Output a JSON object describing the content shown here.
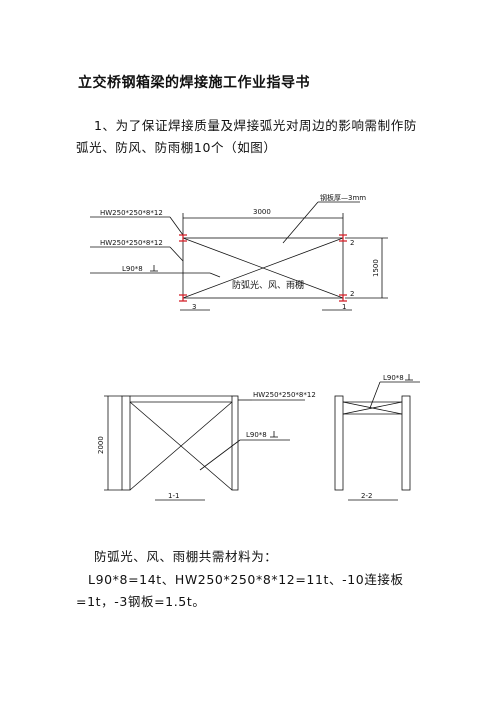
{
  "doc": {
    "title": "立交桥钢箱梁的焊接施工作业指导书",
    "para1": "1、为了保证焊接质量及焊接弧光对周边的影响需制作防弧光、防风、防雨棚10个（如图）",
    "para2": "防弧光、风、雨棚共需材料为：",
    "para3": "L90*8=14t、HW250*250*8*12=11t、-10连接板=1t，-3钢板=1.5t。"
  },
  "fig1": {
    "width_dim": "3000",
    "height_dim": "1500",
    "hw_label_top": "HW250*250*8*12",
    "hw_label_mid": "HW250*250*8*12",
    "angle_label": "L90*8",
    "plate_label": "钢板厚—3mm",
    "center_text": "防弧光、风、雨棚",
    "num_tr": "2",
    "num_br": "2",
    "num_bl": "3",
    "num_br2": "1"
  },
  "fig2": {
    "height_dim": "2000",
    "hw_label": "HW250*250*8*12",
    "angle_label": "L90*8",
    "section_label": "1-1"
  },
  "fig3": {
    "angle_label": "L90*8",
    "section_label": "2-2"
  }
}
